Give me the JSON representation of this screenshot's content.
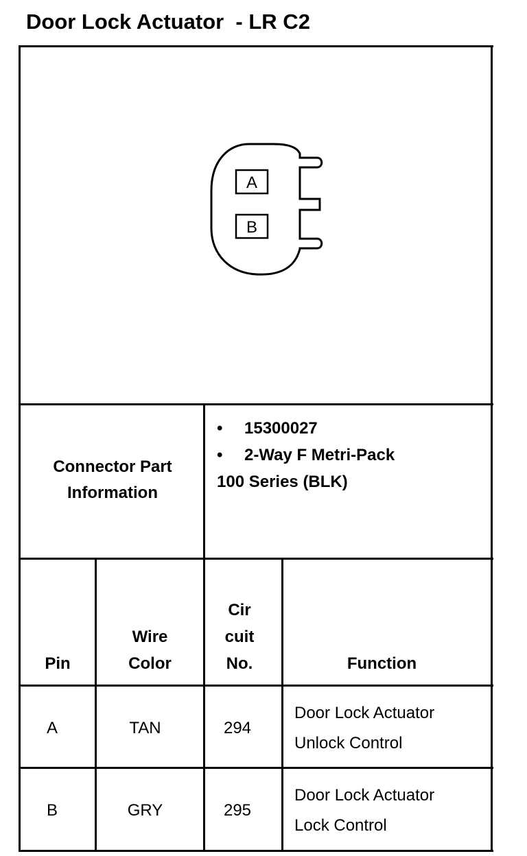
{
  "title": "Door Lock Actuator  - LR C2",
  "connector": {
    "cavities": [
      "A",
      "B"
    ],
    "part_info_label_line1": "Connector Part",
    "part_info_label_line2": "Information",
    "part_info": [
      {
        "bullet": "•",
        "text": "15300027"
      },
      {
        "bullet": "•",
        "text": "2-Way F Metri-Pack"
      },
      {
        "bullet": "",
        "text": "100 Series (BLK)"
      }
    ]
  },
  "table": {
    "headers": {
      "pin": "Pin",
      "wire_color_1": "Wire",
      "wire_color_2": "Color",
      "circuit_1": "Cir",
      "circuit_2": "cuit",
      "circuit_3": "No.",
      "function": "Function"
    },
    "rows": [
      {
        "pin": "A",
        "wire_color": "TAN",
        "circuit": "294",
        "function_1": "Door Lock Actuator",
        "function_2": "Unlock Control"
      },
      {
        "pin": "B",
        "wire_color": "GRY",
        "circuit": "295",
        "function_1": "Door Lock Actuator",
        "function_2": "Lock Control"
      }
    ]
  }
}
